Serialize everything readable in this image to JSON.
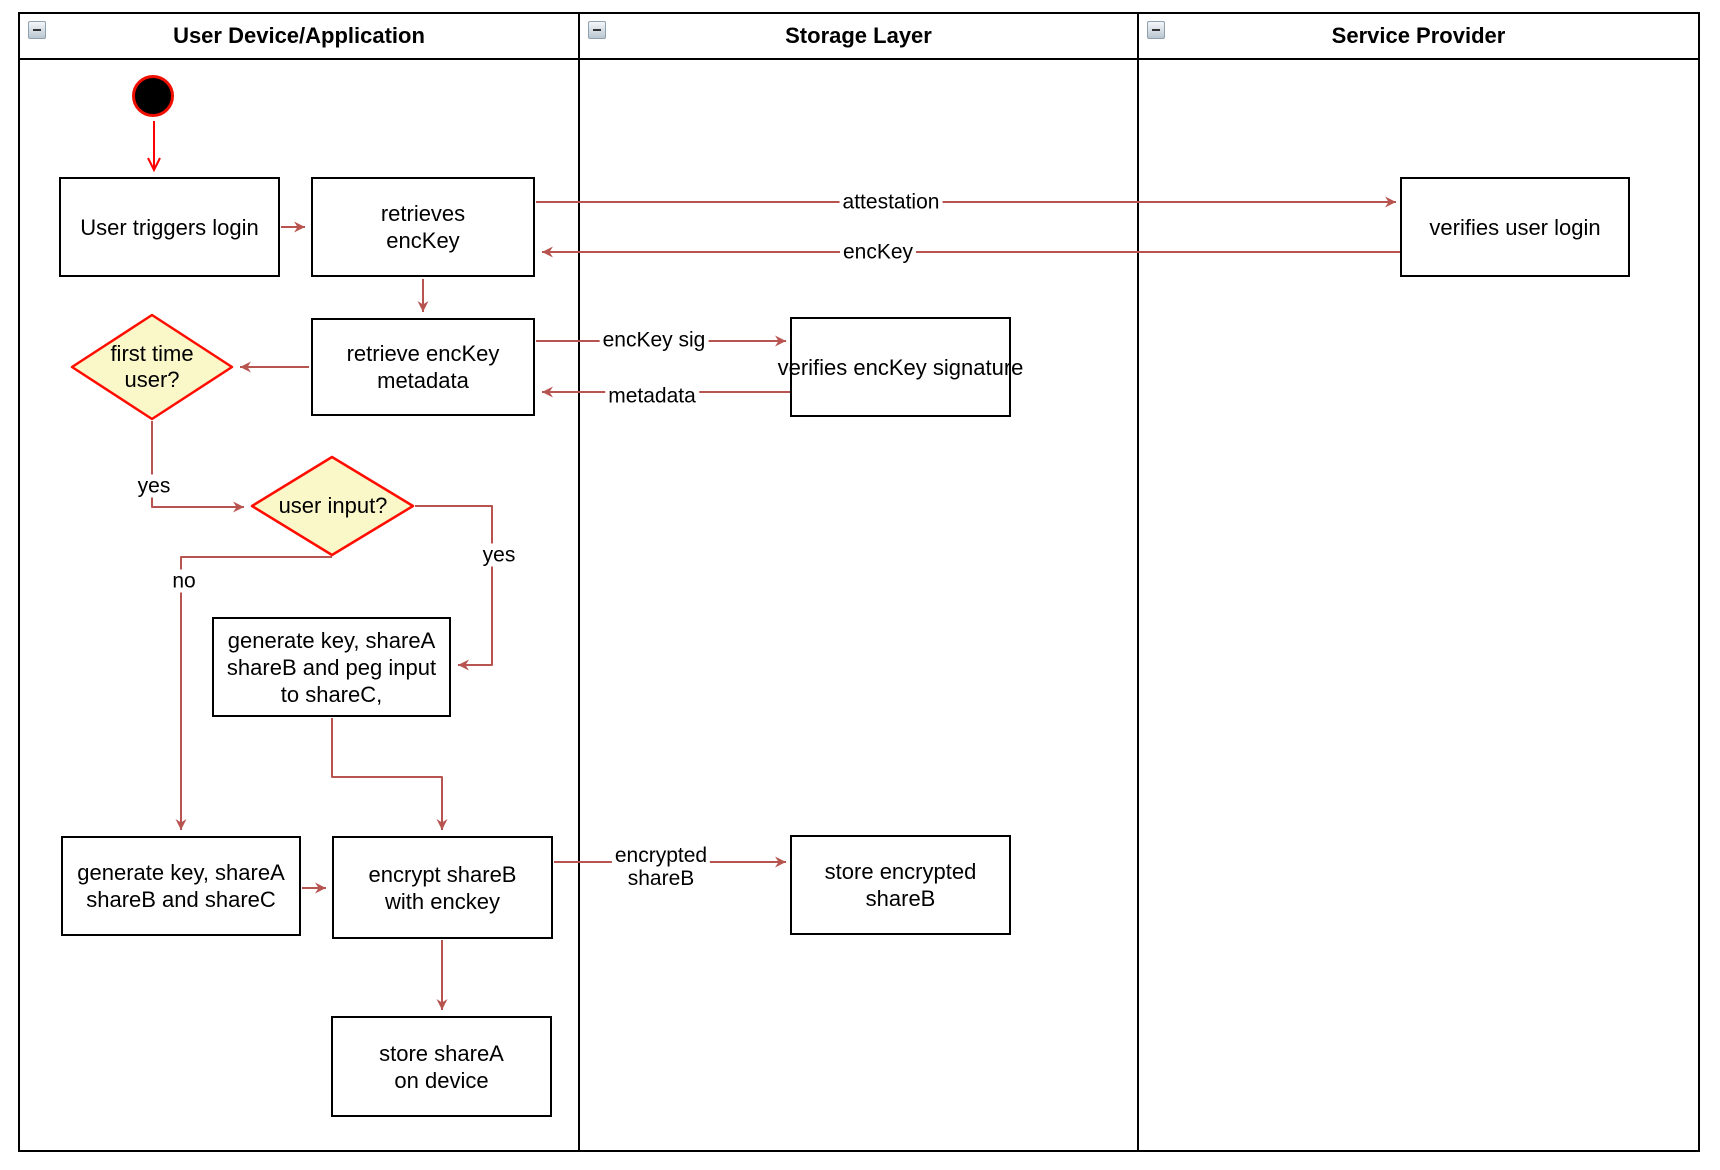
{
  "lanes": [
    {
      "title": "User Device/Application",
      "collapse_icon": "minus-icon"
    },
    {
      "title": "Storage Layer",
      "collapse_icon": "minus-icon"
    },
    {
      "title": "Service Provider",
      "collapse_icon": "minus-icon"
    }
  ],
  "nodes": {
    "start": {
      "type": "initial-state"
    },
    "user_triggers_login": {
      "lines": [
        "User triggers login"
      ]
    },
    "retrieves_enckey": {
      "lines": [
        "retrieves",
        "encKey"
      ]
    },
    "verifies_user_login": {
      "lines": [
        "verifies user login"
      ]
    },
    "retrieve_enckey_metadata": {
      "lines": [
        "retrieve encKey",
        "metadata"
      ]
    },
    "verifies_enckey_signature": {
      "lines": [
        "verifies encKey signature"
      ]
    },
    "first_time_user": {
      "type": "decision",
      "lines": [
        "first time",
        "user?"
      ]
    },
    "user_input": {
      "type": "decision",
      "lines": [
        "user input?"
      ]
    },
    "generate_key_peg_input": {
      "lines": [
        "generate key, shareA",
        "shareB and peg input",
        "to shareC,"
      ]
    },
    "generate_key_sharec": {
      "lines": [
        "generate key, shareA",
        "shareB and shareC"
      ]
    },
    "encrypt_shareb": {
      "lines": [
        "encrypt shareB",
        "with enckey"
      ]
    },
    "store_encrypted_shareb": {
      "lines": [
        "store encrypted",
        "shareB"
      ]
    },
    "store_sharea_on_device": {
      "lines": [
        "store shareA",
        "on device"
      ]
    }
  },
  "edge_labels": {
    "attestation": "attestation",
    "enckey": "encKey",
    "enckey_sig": "encKey sig",
    "metadata": "metadata",
    "encrypted_shareb": {
      "lines": [
        "encrypted",
        "shareB"
      ]
    },
    "yes_first_time": "yes",
    "yes_user_input": "yes",
    "no_user_input": "no"
  },
  "colors": {
    "flow_arrow": "#B85450",
    "start_arrow": "#FF0000",
    "diamond_fill": "#FAF7C8",
    "diamond_border": "#FF0D00",
    "node_border": "#000000",
    "lane_border": "#000000"
  }
}
